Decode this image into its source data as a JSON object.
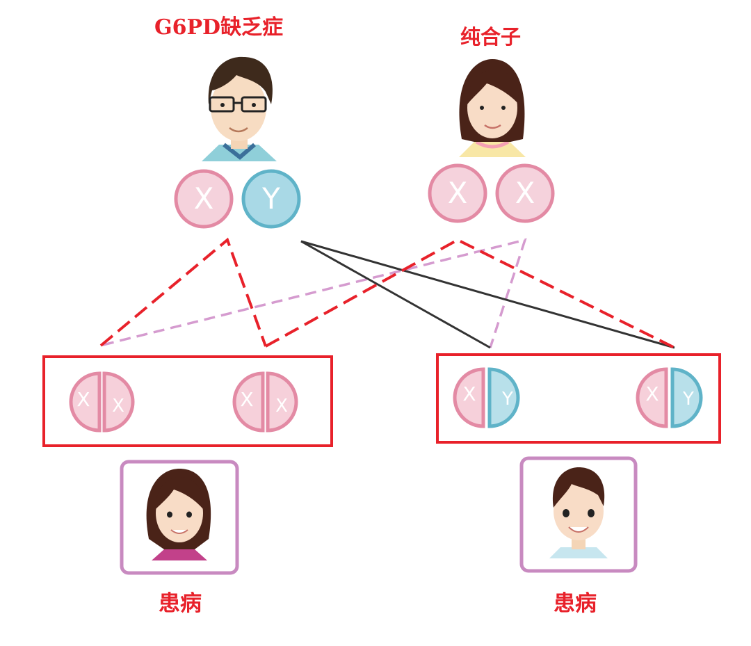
{
  "labels": {
    "father": "G6PD缺乏症",
    "mother": "纯合子",
    "daughter": "患病",
    "son": "患病"
  },
  "father": {
    "chromosomes": [
      "X",
      "Y"
    ]
  },
  "mother": {
    "chromosomes": [
      "X",
      "X"
    ]
  },
  "daughters": [
    {
      "left": "X",
      "right": "X"
    },
    {
      "left": "X",
      "right": "X"
    }
  ],
  "sons": [
    {
      "left": "X",
      "right": "Y"
    },
    {
      "left": "X",
      "right": "Y"
    }
  ],
  "colors": {
    "label_red": "#e8212a",
    "x_pink": "#e38aa4",
    "x_fill": "#f7d3dd",
    "y_blue": "#5fb3c8",
    "y_fill": "#b8e0ea",
    "box_red": "#e8212a",
    "frame_purple": "#c88ac0",
    "dash_pink": "#d59bcf",
    "line_dark": "#333333"
  }
}
